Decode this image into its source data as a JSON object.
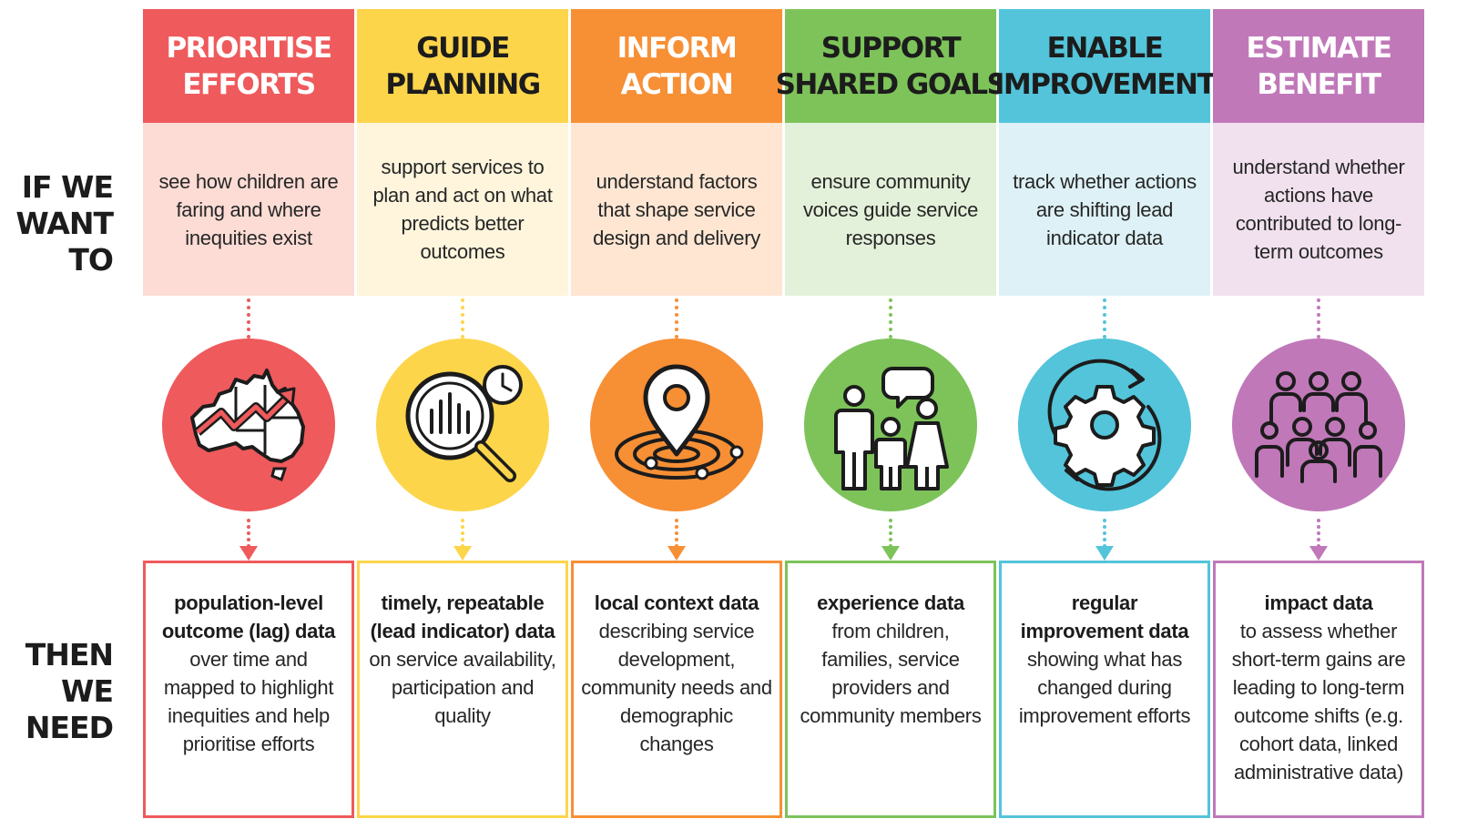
{
  "row_labels": {
    "want": [
      "IF WE",
      "WANT TO"
    ],
    "need": [
      "THEN WE",
      "NEED"
    ]
  },
  "columns": [
    {
      "header": [
        "PRIORITISE",
        "EFFORTS"
      ],
      "want": "see how children are faring and where inequities exist",
      "need_bold": "population-level outcome (lag) data",
      "need_text": "over time and mapped to highlight inequities and help prioritise efforts",
      "icon": "australia-map-trend-icon",
      "color": "#EF5A5C",
      "text_color": "#ffffff",
      "tint": "#FCDCD5"
    },
    {
      "header": [
        "GUIDE",
        "PLANNING"
      ],
      "want": "support services to plan and act on what predicts better outcomes",
      "need_bold": "timely, repeatable (lead indicator) data",
      "need_text": "on service availability, participation and quality",
      "icon": "magnifier-clock-icon",
      "color": "#FDD54B",
      "text_color": "#1c1c1c",
      "tint": "#FEF5DC"
    },
    {
      "header": [
        "INFORM",
        "ACTION"
      ],
      "want": "understand factors that shape service design and delivery",
      "need_bold": "local context data",
      "need_text": "describing service development, community needs and demographic changes",
      "icon": "location-pin-icon",
      "color": "#F78F35",
      "text_color": "#ffffff",
      "tint": "#FEE6D3"
    },
    {
      "header": [
        "SUPPORT",
        "SHARED GOALS"
      ],
      "want": "ensure community voices guide service responses",
      "need_bold": "experience data",
      "need_text": "from children, families, service providers and community members",
      "icon": "family-speech-icon",
      "color": "#7DC35A",
      "text_color": "#1c1c1c",
      "tint": "#E4F1DA"
    },
    {
      "header": [
        "ENABLE",
        "IMPROVEMENT"
      ],
      "want": "track whether actions are shifting lead indicator data",
      "need_bold": "regular improvement data",
      "need_text": "showing what has changed during improvement efforts",
      "icon": "gear-cycle-icon",
      "color": "#53C4DA",
      "text_color": "#1c1c1c",
      "tint": "#DDF1F6"
    },
    {
      "header": [
        "ESTIMATE",
        "BENEFIT"
      ],
      "want": "understand whether actions have contributed to long-term outcomes",
      "need_bold": "impact data",
      "need_text": "to assess whether short-term gains are leading to long-term outcome shifts (e.g. cohort data, linked administrative data)",
      "icon": "people-group-icon",
      "color": "#C078B9",
      "text_color": "#ffffff",
      "tint": "#F1E1EE"
    }
  ]
}
